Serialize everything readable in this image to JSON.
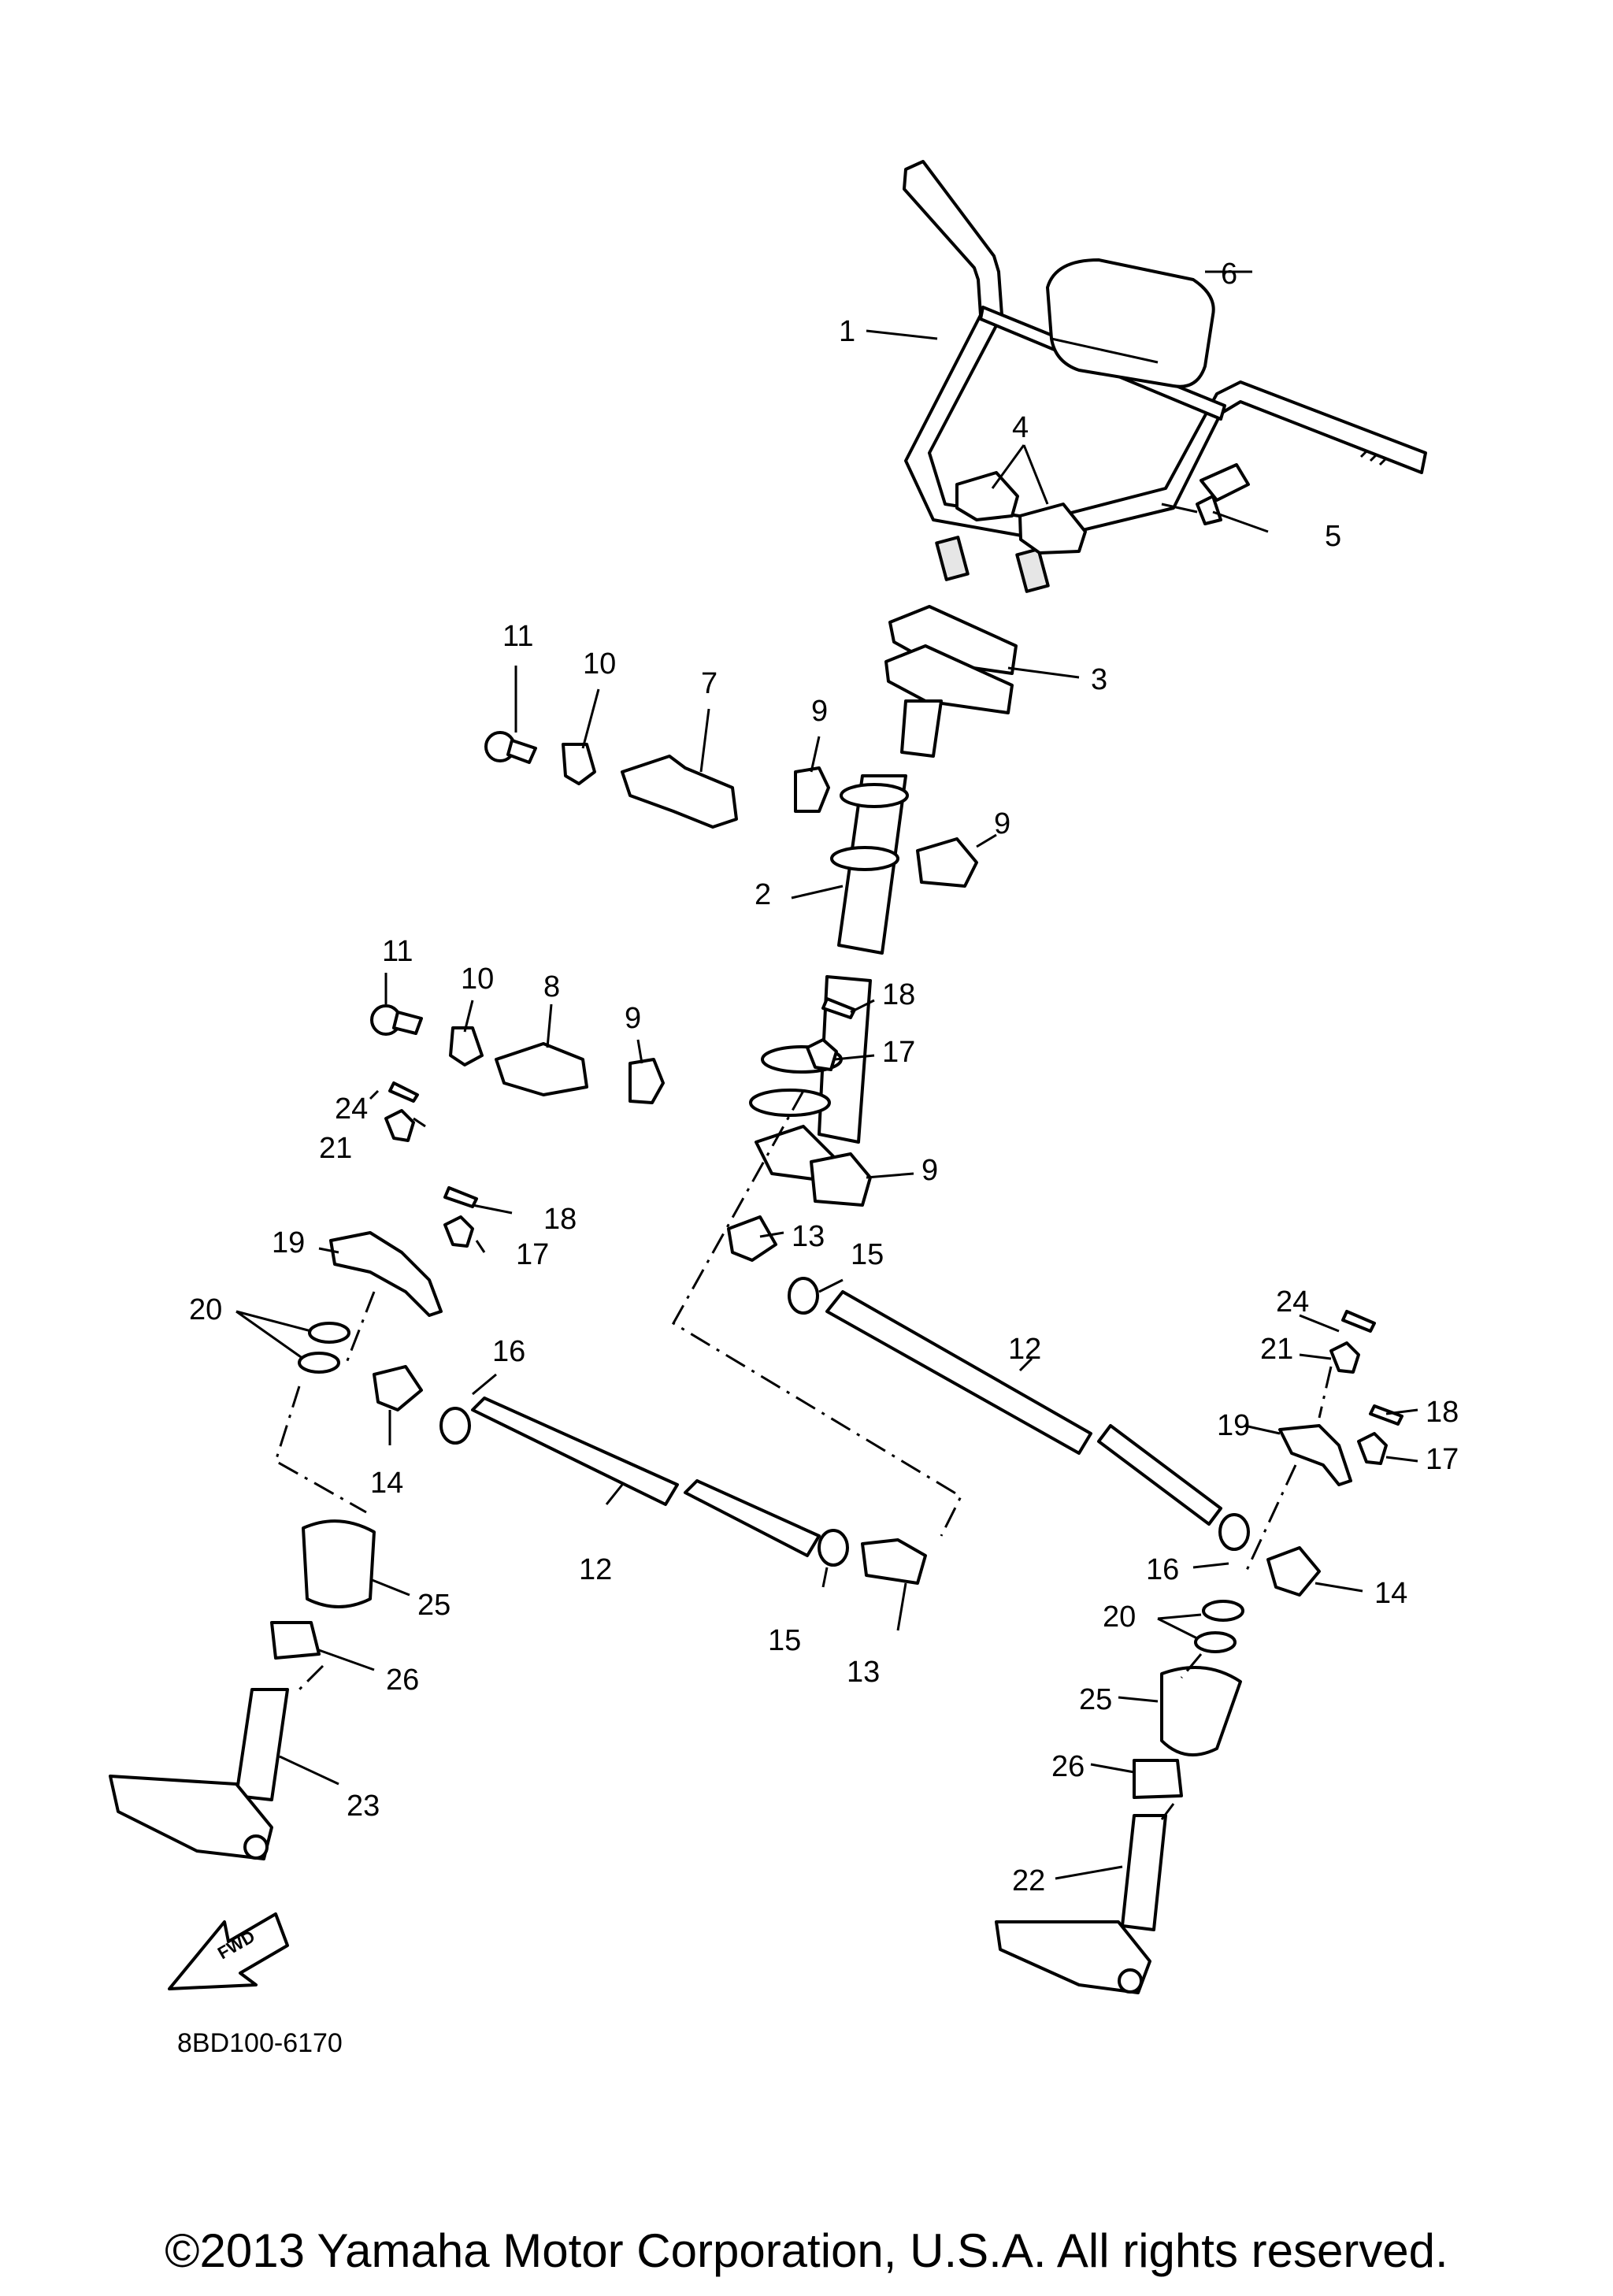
{
  "diagram": {
    "drawing_code": "8BD100-6170",
    "fwd_mark": "FWD",
    "callouts": [
      "1",
      "2",
      "3",
      "4",
      "5",
      "6",
      "7",
      "8",
      "9",
      "9",
      "9",
      "9",
      "10",
      "10",
      "11",
      "11",
      "12",
      "12",
      "13",
      "13",
      "14",
      "14",
      "15",
      "15",
      "16",
      "16",
      "17",
      "17",
      "17",
      "18",
      "18",
      "18",
      "19",
      "19",
      "20",
      "20",
      "21",
      "21",
      "22",
      "23",
      "24",
      "24",
      "25",
      "25",
      "26",
      "26"
    ]
  },
  "copyright": "©2013 Yamaha Motor Corporation, U.S.A. All rights reserved."
}
